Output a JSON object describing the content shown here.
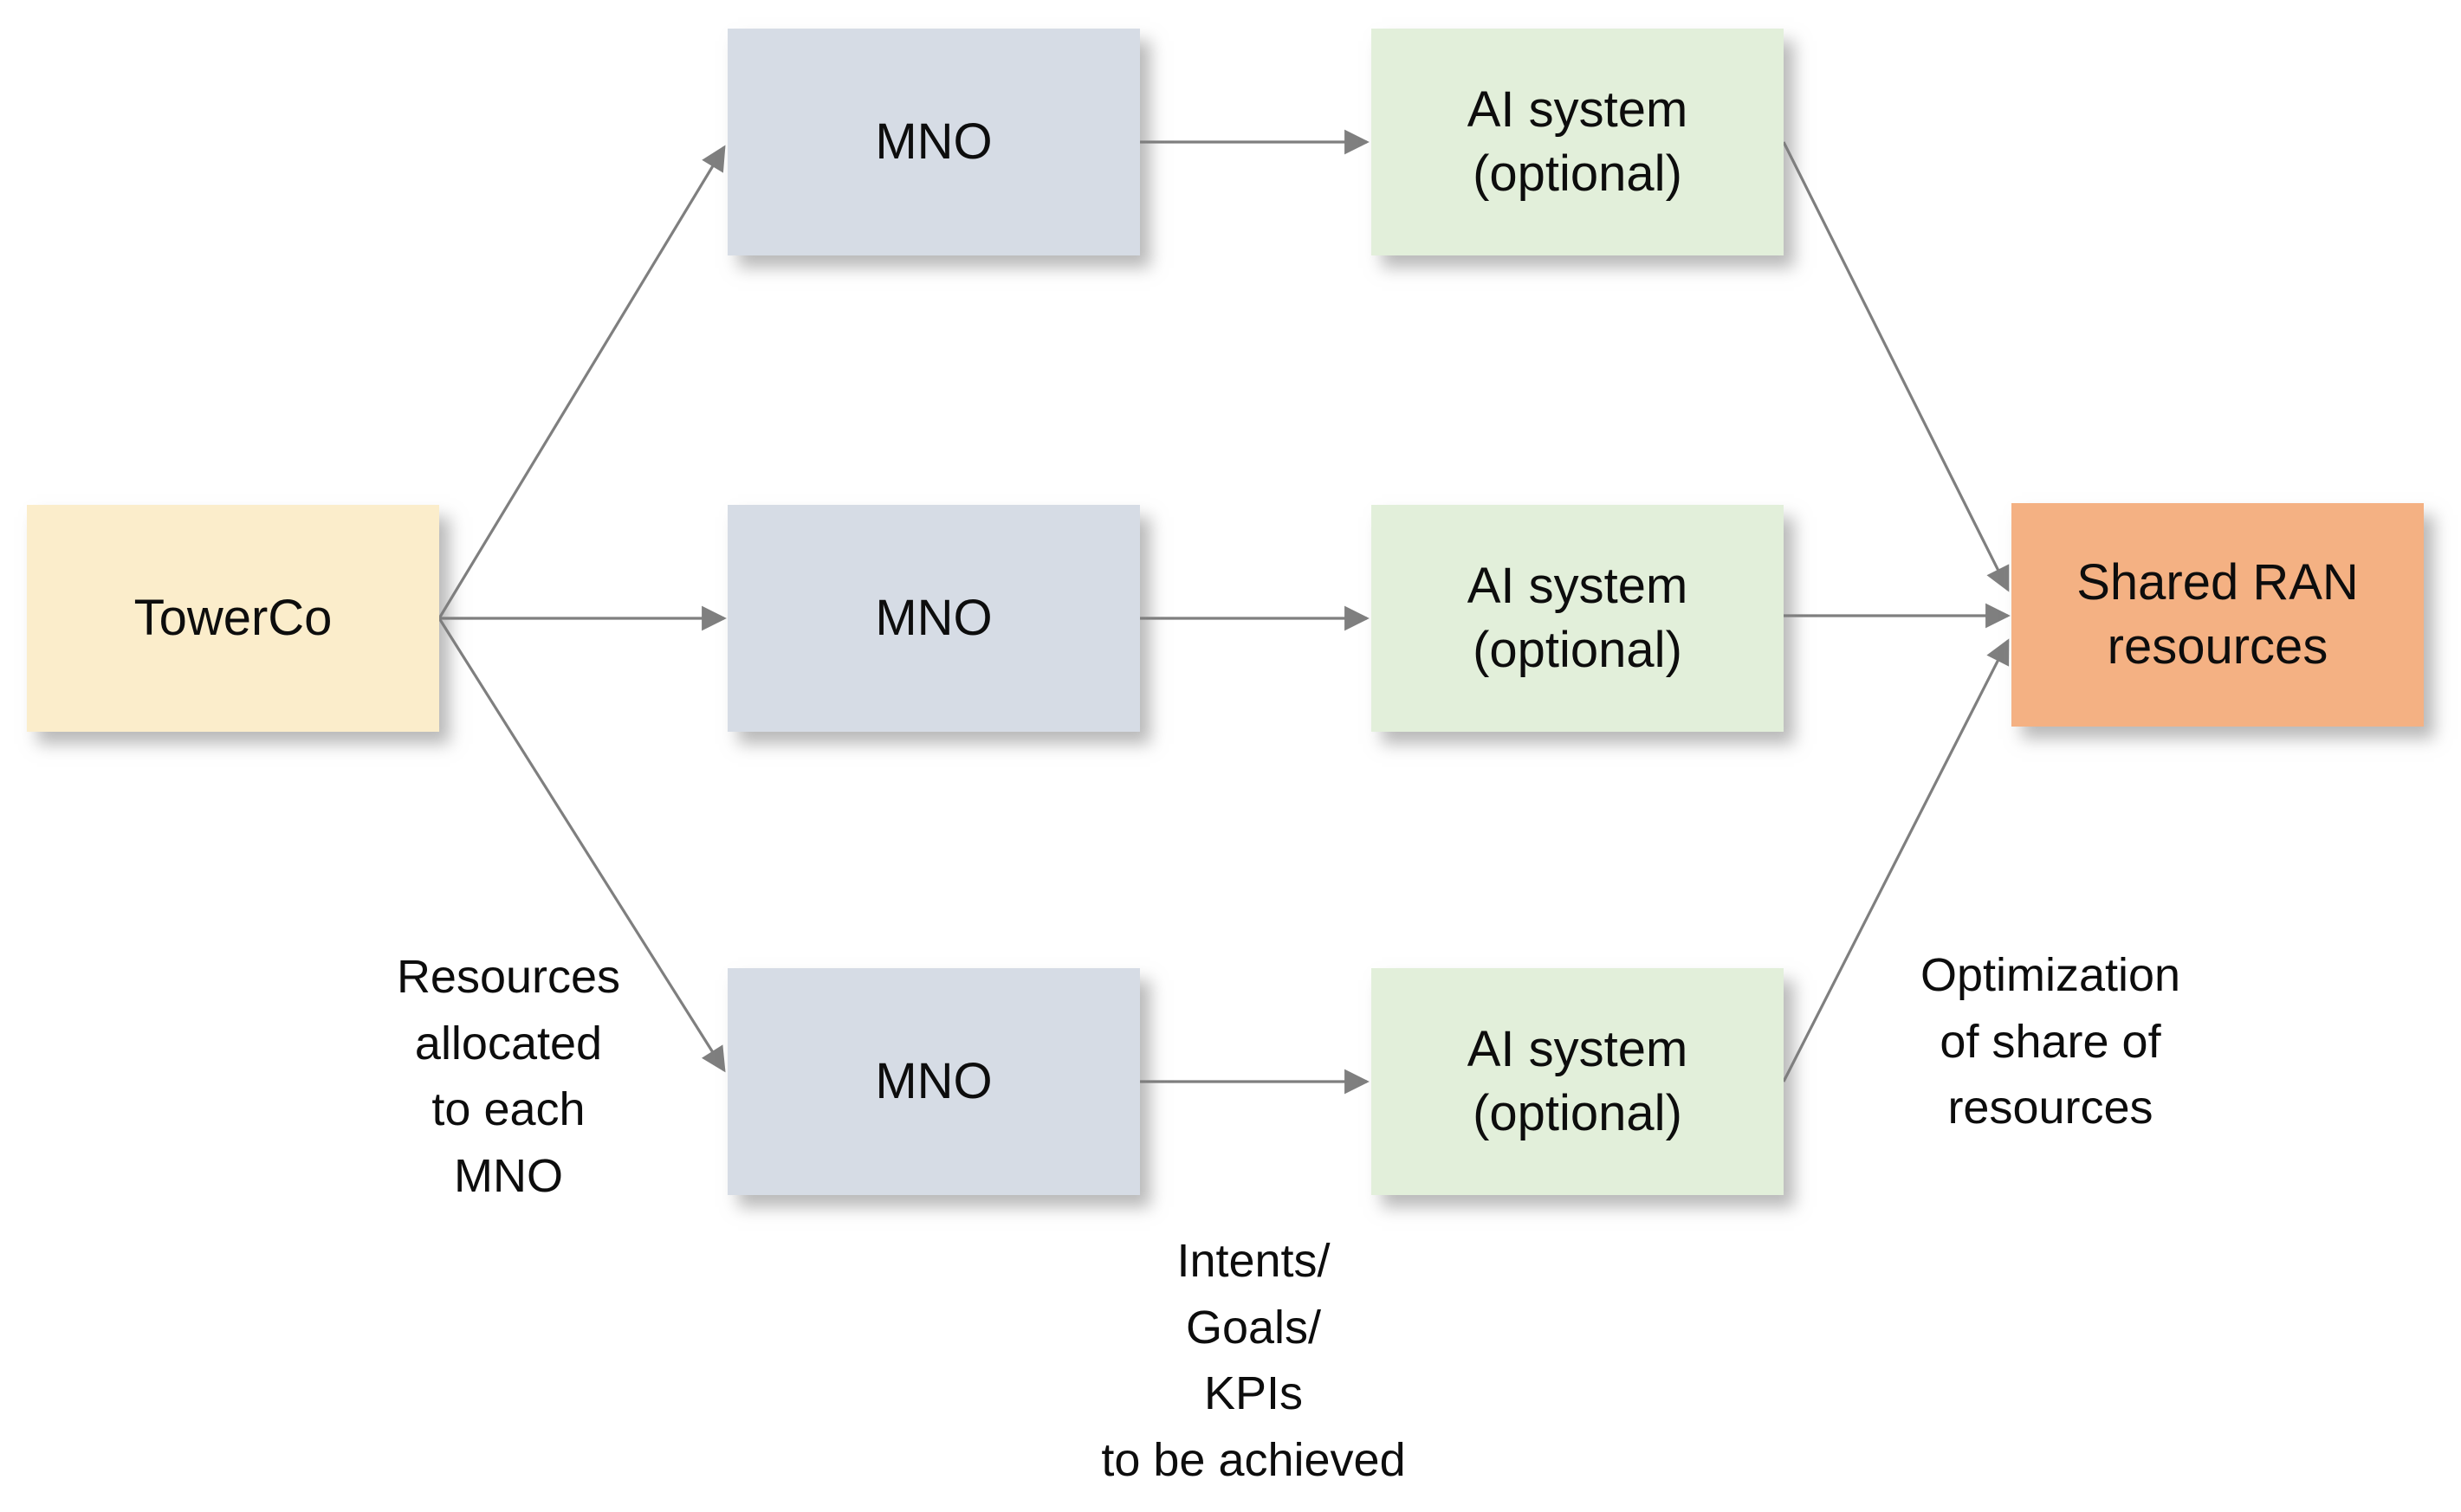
{
  "colors": {
    "towerco_fill": "#FBEDCB",
    "mno_fill": "#D6DCE5",
    "ai_fill": "#E2EFDA",
    "shared_ran_fill": "#F4B183",
    "arrow": "#7F7F7F",
    "text": "#0D0D0D"
  },
  "nodes": {
    "towerco": {
      "label": "TowerCo"
    },
    "mno_top": {
      "label": "MNO"
    },
    "mno_middle": {
      "label": "MNO"
    },
    "mno_bottom": {
      "label": "MNO"
    },
    "ai_top": {
      "label": "AI system\n(optional)"
    },
    "ai_middle": {
      "label": "AI system\n(optional)"
    },
    "ai_bottom": {
      "label": "AI system\n(optional)"
    },
    "shared_ran": {
      "label": "Shared RAN\nresources"
    }
  },
  "annotations": {
    "resources_allocated": "Resources\nallocated\nto each\nMNO",
    "intents_goals_kpis": "Intents/\nGoals/\nKPIs\nto be achieved",
    "optimization": "Optimization\nof share of\nresources"
  }
}
